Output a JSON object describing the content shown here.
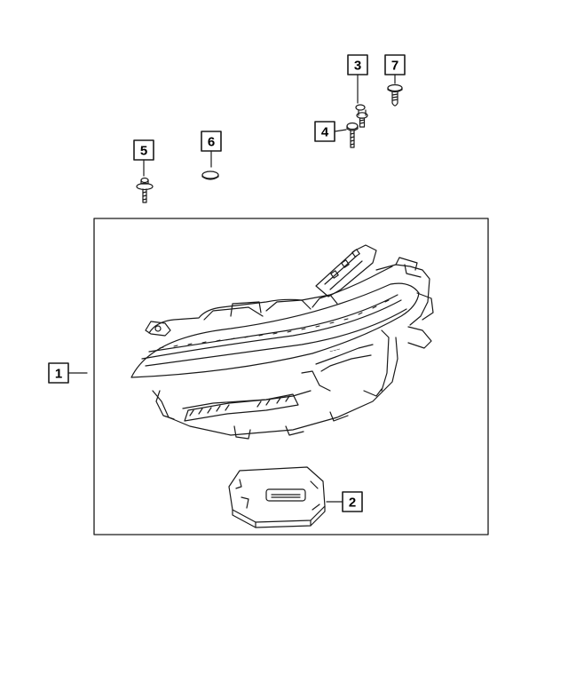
{
  "callouts": {
    "c1": "1",
    "c2": "2",
    "c3": "3",
    "c4": "4",
    "c5": "5",
    "c6": "6",
    "c7": "7"
  },
  "parts": {
    "headlamp": "headlamp-assembly",
    "module": "lighting-control-module",
    "screw_3": "screw",
    "screw_4": "screw",
    "screw_5": "screw",
    "plug_6": "plug",
    "push_pin_7": "push-pin"
  },
  "colors": {
    "line": "#1a1a1a",
    "background": "#ffffff"
  }
}
